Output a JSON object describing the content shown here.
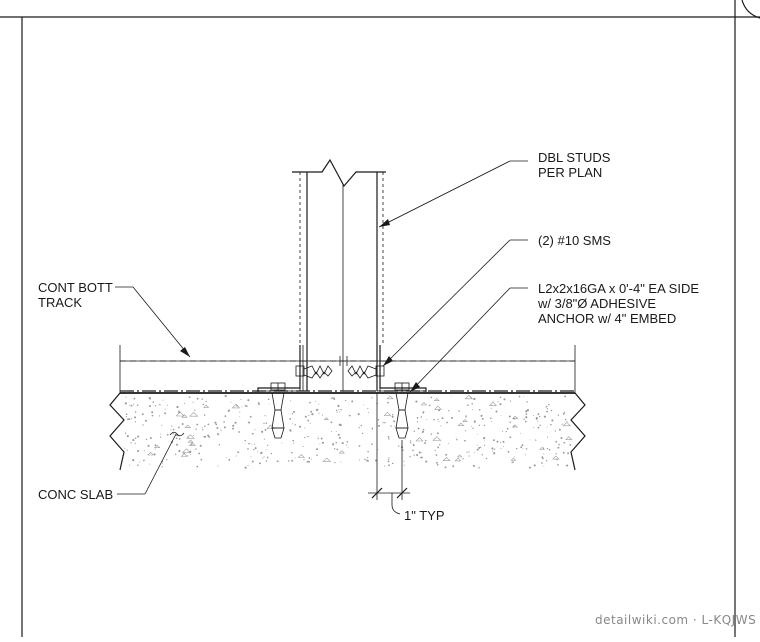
{
  "labels": {
    "dbl_studs_line1": "DBL STUDS",
    "dbl_studs_line2": "PER PLAN",
    "sms": "(2) #10 SMS",
    "angle_line1": "L2x2x16GA x 0'-4\" EA SIDE",
    "angle_line2": "w/ 3/8\"Ø ADHESIVE",
    "angle_line3": "ANCHOR w/ 4\" EMBED",
    "cont_bott_line1": "CONT BOTT",
    "cont_bott_line2": "TRACK",
    "conc_slab": "CONC SLAB",
    "typ_dim": "1\" TYP"
  },
  "watermark": "detailwiki.com · L-KQJWS",
  "colors": {
    "line": "#1a1a1a",
    "concrete_speckle": "#9a9a9a",
    "watermark": "#888888"
  }
}
